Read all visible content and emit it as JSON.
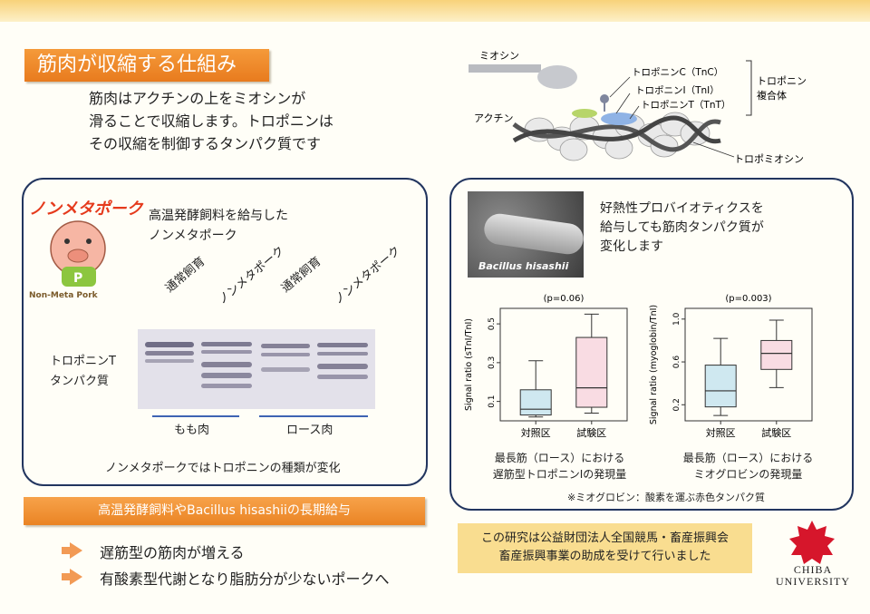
{
  "title": "筋肉が収縮する仕組み",
  "intro": [
    "筋肉はアクチンの上をミオシンが",
    "滑ることで収縮します。トロポニンは",
    "その収縮を制御するタンパク質です"
  ],
  "muscle_diagram": {
    "myosin": "ミオシン",
    "actin": "アクチン",
    "tnc": "トロポニンC（TnC）",
    "tni": "トロポニンI（TnI）",
    "tnt": "トロポニンT（TnT）",
    "complex": [
      "トロポニン",
      "複合体"
    ],
    "tropomyosin": "トロポミオシン"
  },
  "left_panel": {
    "logo_text": "ノンメタポーク",
    "logo_badge": "P",
    "logo_caption": "Non-Meta Pork",
    "heading": [
      "高温発酵飼料を給与した",
      "ノンメタポーク"
    ],
    "lanes": [
      "通常飼育",
      "ノンメタポーク",
      "通常飼育",
      "ノンメタポーク"
    ],
    "row_label": [
      "トロポニンT",
      "タンパク質"
    ],
    "groups": [
      "もも肉",
      "ロース肉"
    ],
    "caption": "ノンメタポークではトロポニンの種類が変化"
  },
  "right_panel": {
    "photo_label": "Bacillus hisashii",
    "text": [
      "好熱性プロバイオティクスを",
      "給与しても筋肉タンパク質が",
      "変化します"
    ],
    "footnote": "※ミオグロビン：酸素を運ぶ赤色タンパク質"
  },
  "chart_data": [
    {
      "type": "box",
      "title": "(p=0.06)",
      "ylabel": "Signal ratio (sTnI/TnI)",
      "categories": [
        "対照区",
        "試験区"
      ],
      "yticks": [
        "0.1",
        "0.3",
        "0.5"
      ],
      "ylim": [
        0,
        0.58
      ],
      "boxes": [
        {
          "min": 0.02,
          "q1": 0.03,
          "median": 0.06,
          "q3": 0.16,
          "max": 0.31
        },
        {
          "min": 0.04,
          "q1": 0.07,
          "median": 0.17,
          "q3": 0.43,
          "max": 0.55
        }
      ],
      "colors": [
        "#cfe8f0",
        "#f9dce3"
      ],
      "caption": [
        "最長筋（ロース）における",
        "遅筋型トロポニンIの発現量"
      ]
    },
    {
      "type": "box",
      "title": "(p=0.003)",
      "ylabel": "Signal ratio (myoglobin/TnI)",
      "categories": [
        "対照区",
        "試験区"
      ],
      "yticks": [
        "0.2",
        "0.6",
        "1.0"
      ],
      "ylim": [
        0.05,
        1.1
      ],
      "boxes": [
        {
          "min": 0.1,
          "q1": 0.18,
          "median": 0.33,
          "q3": 0.57,
          "max": 0.82
        },
        {
          "min": 0.36,
          "q1": 0.53,
          "median": 0.68,
          "q3": 0.8,
          "max": 0.99
        }
      ],
      "colors": [
        "#cfe8f0",
        "#f9dce3"
      ],
      "caption": [
        "最長筋（ロース）における",
        "ミオグロビンの発現量"
      ]
    }
  ],
  "effects": {
    "heading": "高温発酵飼料やBacillus hisashiiの長期給与",
    "items": [
      "遅筋型の筋肉が増える",
      "有酸素型代謝となり脂肪分が少ないポークへ"
    ]
  },
  "funding": [
    "この研究は公益財団法人全国競馬・畜産振興会",
    "畜産振興事業の助成を受けて行いました"
  ],
  "university": [
    "CHIBA",
    "UNIVERSITY"
  ]
}
